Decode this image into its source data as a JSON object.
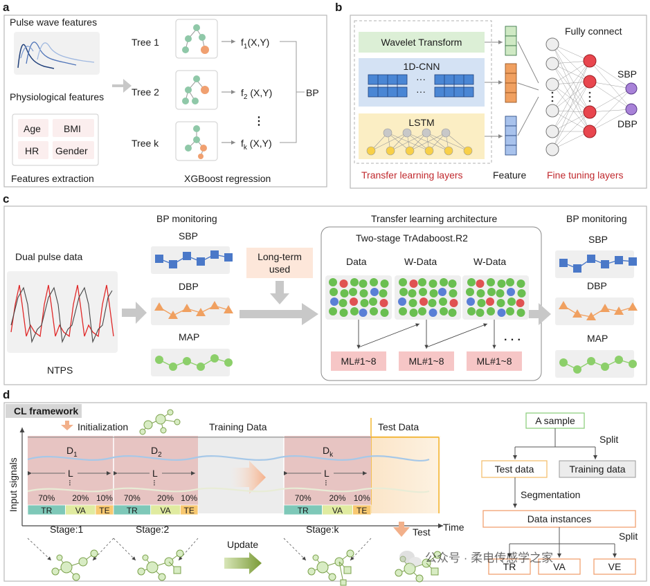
{
  "panels": {
    "a": "a",
    "b": "b",
    "c": "c",
    "d": "d"
  },
  "a": {
    "pulse_wave_features": "Pulse wave features",
    "physiological_features": "Physiological features",
    "age": "Age",
    "bmi": "BMI",
    "hr": "HR",
    "gender": "Gender",
    "features_extraction": "Features extraction",
    "trees": [
      "Tree 1",
      "Tree 2",
      "Tree k"
    ],
    "f_prefix": "f",
    "f_subs": [
      "1",
      "2",
      "k"
    ],
    "f_suffixes": [
      "(X,Y)",
      " (X,Y)",
      " (X,Y)"
    ],
    "vdots": "⋮",
    "bp": "BP",
    "xgboost": "XGBoost regression"
  },
  "b": {
    "wavelet": "Wavelet Transform",
    "cnn": "1D-CNN",
    "dots": "···",
    "lstm": "LSTM",
    "transfer_layers": "Transfer learning layers",
    "feature": "Feature",
    "fine_tuning": "Fine tuning layers",
    "fully_connect": "Fully connect",
    "sbp": "SBP",
    "dbp": "DBP"
  },
  "c": {
    "dual_pulse": "Dual pulse data",
    "ntps": "NTPS",
    "bp_monitoring": "BP monitoring",
    "sbp": "SBP",
    "dbp": "DBP",
    "map": "MAP",
    "long_term_1": "Long-term",
    "long_term_2": "used",
    "arch_title": "Transfer learning architecture",
    "tradaboost": "Two-stage TrAdaboost.R2",
    "data": "Data",
    "wdata": "W-Data",
    "ml": "ML#1~8",
    "ellipsis": "· · ·"
  },
  "d": {
    "cl_framework": "CL framework",
    "initialization": "Initialization",
    "training_data": "Training Data",
    "test_data": "Test Data",
    "input_signals": "Input signals",
    "d_prefix": "D",
    "d_subs": [
      "1",
      "2",
      "k"
    ],
    "l": "L",
    "colon": "⁝",
    "pct": [
      "70%",
      "20%",
      "10%"
    ],
    "seg": [
      "TR",
      "VA",
      "TE"
    ],
    "stages": [
      "Stage:1",
      "Stage:2",
      "Stage:k"
    ],
    "update": "Update",
    "test": "Test",
    "time": "Time",
    "a_sample": "A sample",
    "split": "Split",
    "test_data_box": "Test data",
    "training_data_box": "Training data",
    "segmentation": "Segmentation",
    "data_instances": "Data instances",
    "tr": "TR",
    "va": "VA",
    "ve": "VE"
  },
  "watermark": "公众号 · 柔电传感学之家",
  "colors": {
    "green_node": "#8fc8a8",
    "orange_node": "#f0a070",
    "red_text": "#c0282d",
    "sbp_blue": "#4a78c8",
    "dbp_orange": "#f0a060",
    "map_green": "#8ccf6a",
    "seg_tr": "#7ec8b8",
    "seg_va": "#e0eba0",
    "seg_te": "#f8c870",
    "stage_fill": "#e7c4c2"
  }
}
